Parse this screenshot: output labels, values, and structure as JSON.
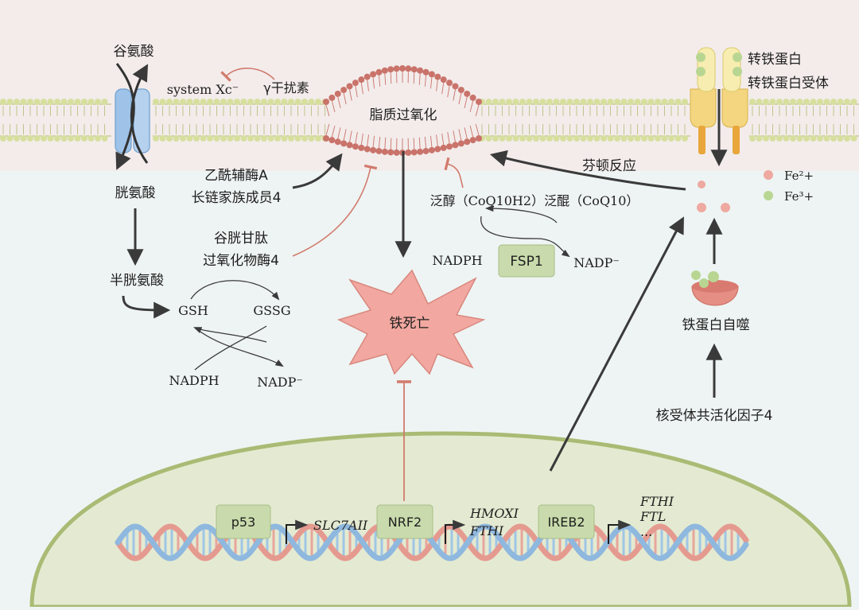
{
  "labels": {
    "glutamate": "谷氨酸",
    "cystine": "胱氨酸",
    "cysteine": "半胱氨酸",
    "system_xc": "system Xc⁻",
    "ifn_gamma": "γ干扰素",
    "lipid_peroxidation": "脂质过氧化",
    "acsl4_line1": "乙酰辅酶A",
    "acsl4_line2": "长链家族成员4",
    "gpx4_line1": "谷胱甘肽",
    "gpx4_line2": "过氧化物酶4",
    "gsh": "GSH",
    "gssg": "GSSG",
    "nadph_left": "NADPH",
    "nadp_left": "NADP⁻",
    "coq": "泛醇（CoQ10H2）泛醌（CoQ10）",
    "nadph_mid": "NADPH",
    "fsp1": "FSP1",
    "nadp_mid": "NADP⁻",
    "ferroptosis": "铁死亡",
    "fenton": "芬顿反应",
    "transferrin": "转铁蛋白",
    "transferrin_receptor": "转铁蛋白受体",
    "fe2": "Fe²+",
    "fe3": "Fe³+",
    "ferritinophagy": "铁蛋白自噬",
    "ncoa4": "核受体共活化因子4",
    "p53": "p53",
    "slc7a11": "SLC7AII",
    "nrf2": "NRF2",
    "hmox1": "HMOXI",
    "fth1_a": "FTHI",
    "ireb2": "IREB2",
    "fth1_b": "FTHI",
    "ftl": "FTL",
    "ellipsis": "..."
  },
  "colors": {
    "outer_bg": "#eef4f3",
    "membrane_band": "#f3eceb",
    "membrane_dot": "#d7df9e",
    "membrane_line": "#b2bc73",
    "nucleus_fill": "#e4ead1",
    "nucleus_stroke": "#a9bb74",
    "lipid_head": "#c9736a",
    "arrow": "#3a3a3a",
    "inhibit": "#d17a6c",
    "label_box": "#c9dbac",
    "fe2": "#eea9a0",
    "fe3": "#b8d692",
    "ferroptosis_star": "#f2a8a0"
  }
}
